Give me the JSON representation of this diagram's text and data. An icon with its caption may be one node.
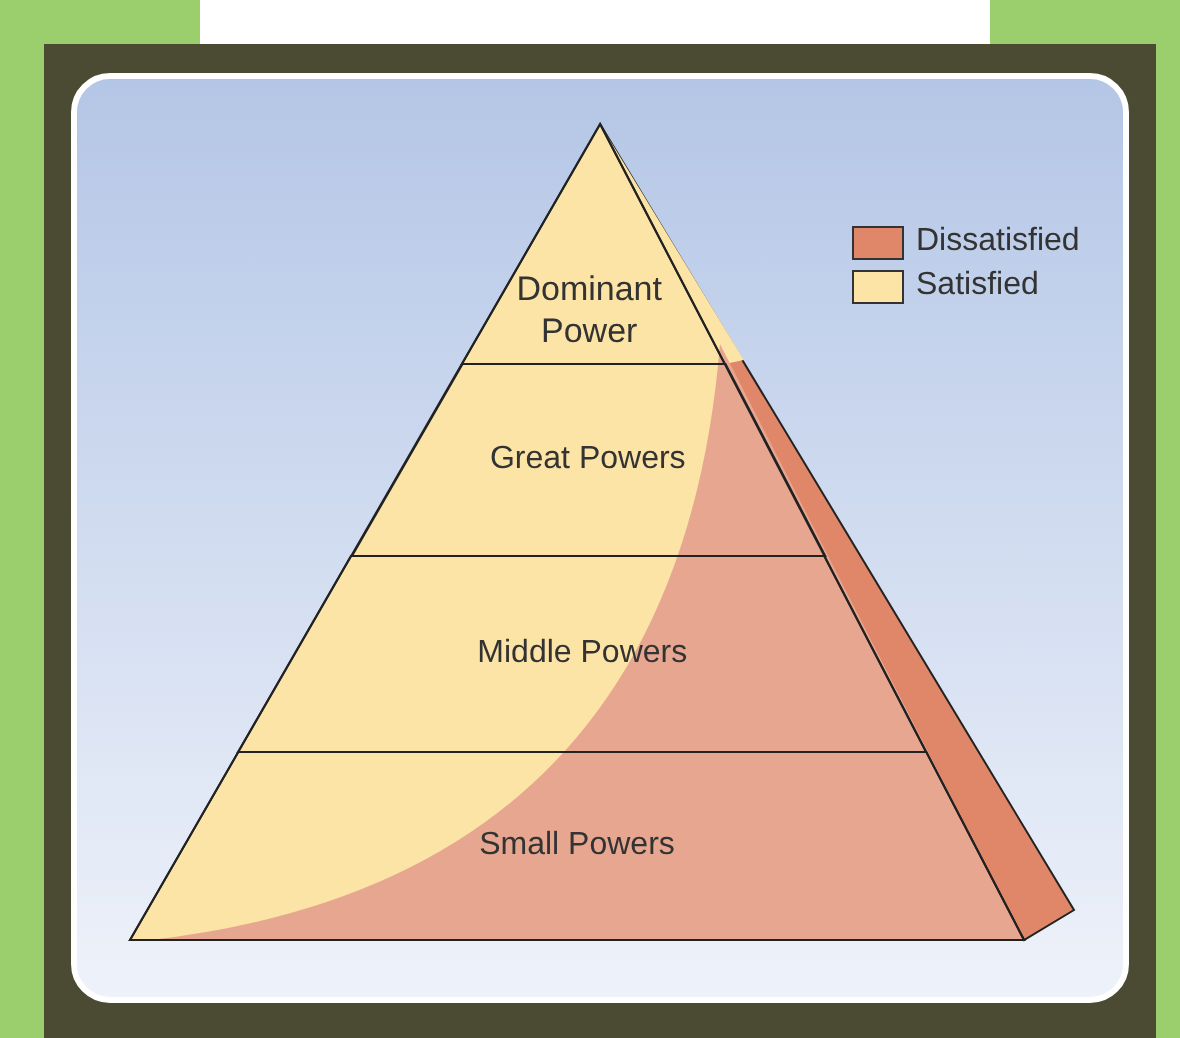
{
  "diagram": {
    "nodes": [
      {
        "text": [
          "Dominant Power"
        ]
      },
      {
        "text": [
          "Great Powers"
        ]
      },
      {
        "text": [
          "Middle Powers"
        ]
      },
      {
        "text": [
          "Small Powers"
        ]
      }
    ],
    "legend": [
      {
        "text": "Dissatisfied",
        "color": "#e0876a"
      },
      {
        "text": "Satisfied",
        "color": "#fce3a6"
      }
    ]
  }
}
